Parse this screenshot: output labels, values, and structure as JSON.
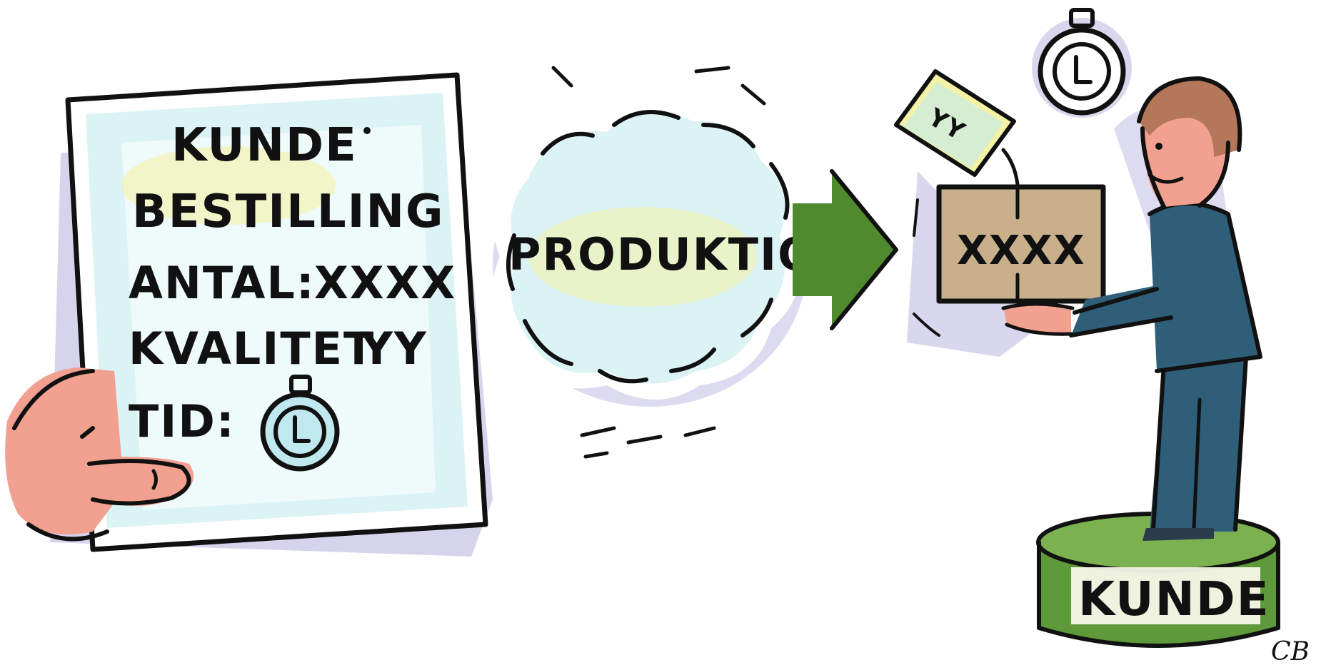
{
  "order_sheet": {
    "title_line1": "KUNDE",
    "title_line2": "BESTILLING",
    "quantity_label": "ANTAL:",
    "quantity_value": "XXXX",
    "quality_label": "KVALITET",
    "quality_value": "YY",
    "time_label": "TID:"
  },
  "cloud": {
    "label": "PRODUKTION"
  },
  "delivery": {
    "tag_label": "YY",
    "box_label": "XXXX"
  },
  "customer": {
    "pedestal_label": "KUNDE"
  },
  "signature": "CB",
  "colors": {
    "paper_tint": "#bfe9ee",
    "skin": "#f2a08f",
    "arrow_green": "#4f8a2f",
    "suit_blue": "#2f5f78",
    "box_tan": "#c9b08b",
    "pedestal_green": "#5e9a3a",
    "shadow_lilac": "#b4b0dc",
    "hair_brown": "#b4775a"
  },
  "icons": [
    "stopwatch-icon",
    "stopwatch-icon",
    "arrow-right-icon",
    "price-tag-icon"
  ]
}
